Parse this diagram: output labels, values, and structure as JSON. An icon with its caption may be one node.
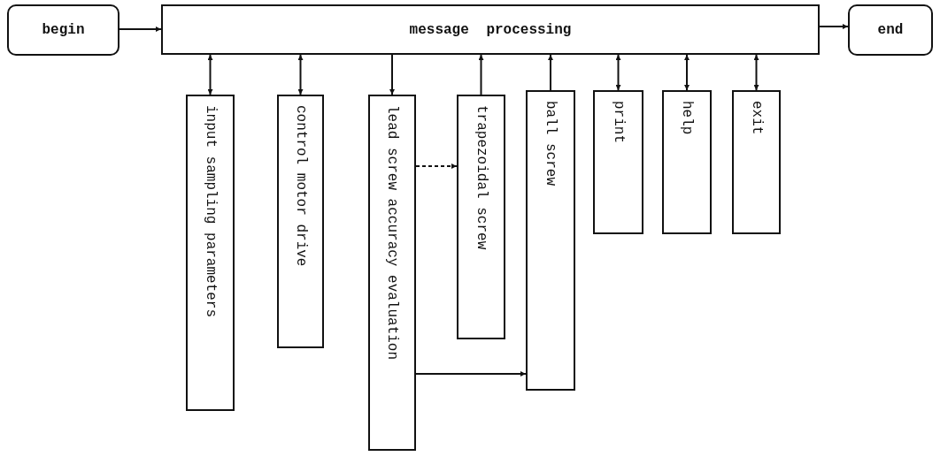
{
  "diagram": {
    "nodes": [
      {
        "text": [
          "begin"
        ]
      },
      {
        "text": [
          "message processing"
        ]
      },
      {
        "text": [
          "end"
        ]
      },
      {
        "text": [
          "input sampling parameters"
        ]
      },
      {
        "text": [
          "control motor drive"
        ]
      },
      {
        "text": [
          "lead screw accuracy evaluation"
        ]
      },
      {
        "text": [
          "trapezoidal screw"
        ]
      },
      {
        "text": [
          "ball screw"
        ]
      },
      {
        "text": [
          "print"
        ]
      },
      {
        "text": [
          "help"
        ]
      },
      {
        "text": [
          "exit"
        ]
      }
    ],
    "edges": [
      {
        "from": 0,
        "to": 1,
        "arrow": "to"
      },
      {
        "from": 1,
        "to": 2,
        "arrow": "to"
      },
      {
        "from": 1,
        "to": 3,
        "arrow": "both"
      },
      {
        "from": 1,
        "to": 4,
        "arrow": "both"
      },
      {
        "from": 1,
        "to": 5,
        "arrow": "to"
      },
      {
        "from": 6,
        "to": 1,
        "arrow": "to"
      },
      {
        "from": 7,
        "to": 1,
        "arrow": "to"
      },
      {
        "from": 1,
        "to": 8,
        "arrow": "both"
      },
      {
        "from": 1,
        "to": 9,
        "arrow": "both"
      },
      {
        "from": 1,
        "to": 10,
        "arrow": "both"
      },
      {
        "from": 5,
        "to": 6,
        "arrow": "to",
        "style": "dashed"
      },
      {
        "from": 5,
        "to": 7,
        "arrow": "to"
      }
    ]
  }
}
